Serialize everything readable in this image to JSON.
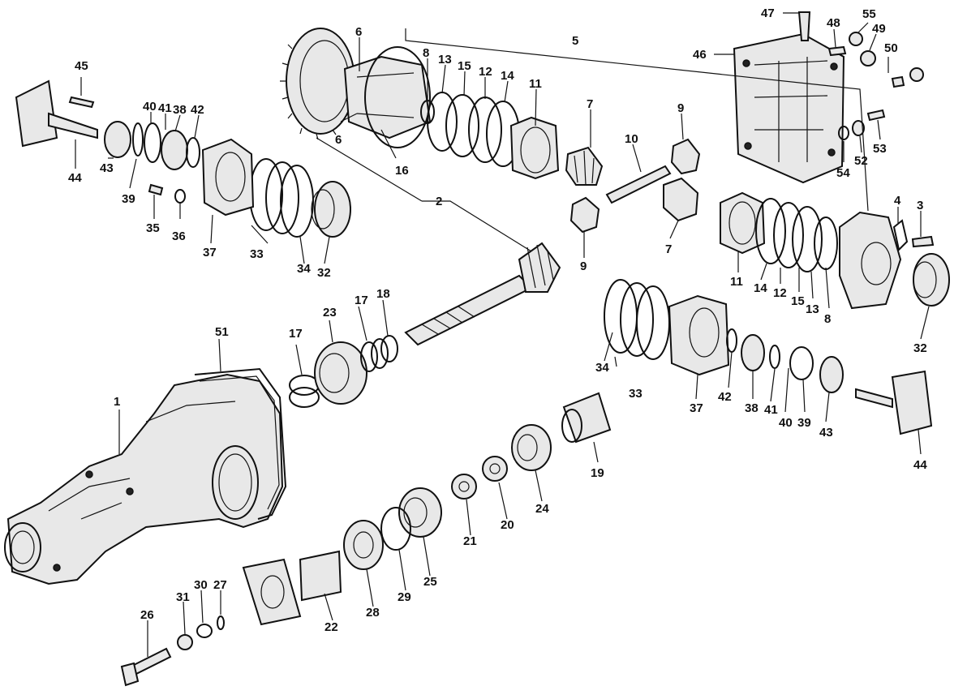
{
  "parts": [
    {
      "id": "label-1",
      "text": "1"
    },
    {
      "id": "label-2",
      "text": "2"
    },
    {
      "id": "label-3",
      "text": "3"
    },
    {
      "id": "label-4",
      "text": "4"
    },
    {
      "id": "label-5",
      "text": "5"
    },
    {
      "id": "label-6a",
      "text": "6"
    },
    {
      "id": "label-6b",
      "text": "6"
    },
    {
      "id": "label-7a",
      "text": "7"
    },
    {
      "id": "label-7b",
      "text": "7"
    },
    {
      "id": "label-8a",
      "text": "8"
    },
    {
      "id": "label-8b",
      "text": "8"
    },
    {
      "id": "label-9a",
      "text": "9"
    },
    {
      "id": "label-9b",
      "text": "9"
    },
    {
      "id": "label-10",
      "text": "10"
    },
    {
      "id": "label-11a",
      "text": "11"
    },
    {
      "id": "label-11b",
      "text": "11"
    },
    {
      "id": "label-12a",
      "text": "12"
    },
    {
      "id": "label-12b",
      "text": "12"
    },
    {
      "id": "label-13a",
      "text": "13"
    },
    {
      "id": "label-13b",
      "text": "13"
    },
    {
      "id": "label-14a",
      "text": "14"
    },
    {
      "id": "label-14b",
      "text": "14"
    },
    {
      "id": "label-15a",
      "text": "15"
    },
    {
      "id": "label-15b",
      "text": "15"
    },
    {
      "id": "label-16",
      "text": "16"
    },
    {
      "id": "label-17a",
      "text": "17"
    },
    {
      "id": "label-17b",
      "text": "17"
    },
    {
      "id": "label-18",
      "text": "18"
    },
    {
      "id": "label-19",
      "text": "19"
    },
    {
      "id": "label-20",
      "text": "20"
    },
    {
      "id": "label-21",
      "text": "21"
    },
    {
      "id": "label-22",
      "text": "22"
    },
    {
      "id": "label-23",
      "text": "23"
    },
    {
      "id": "label-24",
      "text": "24"
    },
    {
      "id": "label-25",
      "text": "25"
    },
    {
      "id": "label-26",
      "text": "26"
    },
    {
      "id": "label-27",
      "text": "27"
    },
    {
      "id": "label-28",
      "text": "28"
    },
    {
      "id": "label-29",
      "text": "29"
    },
    {
      "id": "label-30",
      "text": "30"
    },
    {
      "id": "label-31",
      "text": "31"
    },
    {
      "id": "label-32a",
      "text": "32"
    },
    {
      "id": "label-32b",
      "text": "32"
    },
    {
      "id": "label-33a",
      "text": "33"
    },
    {
      "id": "label-33b",
      "text": "33"
    },
    {
      "id": "label-34a",
      "text": "34"
    },
    {
      "id": "label-34b",
      "text": "34"
    },
    {
      "id": "label-35",
      "text": "35"
    },
    {
      "id": "label-36",
      "text": "36"
    },
    {
      "id": "label-37a",
      "text": "37"
    },
    {
      "id": "label-37b",
      "text": "37"
    },
    {
      "id": "label-38a",
      "text": "38"
    },
    {
      "id": "label-38b",
      "text": "38"
    },
    {
      "id": "label-39a",
      "text": "39"
    },
    {
      "id": "label-39b",
      "text": "39"
    },
    {
      "id": "label-40a",
      "text": "40"
    },
    {
      "id": "label-40b",
      "text": "40"
    },
    {
      "id": "label-41a",
      "text": "41"
    },
    {
      "id": "label-41b",
      "text": "41"
    },
    {
      "id": "label-42a",
      "text": "42"
    },
    {
      "id": "label-42b",
      "text": "42"
    },
    {
      "id": "label-43a",
      "text": "43"
    },
    {
      "id": "label-43b",
      "text": "43"
    },
    {
      "id": "label-44a",
      "text": "44"
    },
    {
      "id": "label-44b",
      "text": "44"
    },
    {
      "id": "label-45",
      "text": "45"
    },
    {
      "id": "label-46",
      "text": "46"
    },
    {
      "id": "label-47",
      "text": "47"
    },
    {
      "id": "label-48",
      "text": "48"
    },
    {
      "id": "label-49",
      "text": "49"
    },
    {
      "id": "label-50",
      "text": "50"
    },
    {
      "id": "label-51",
      "text": "51"
    },
    {
      "id": "label-52",
      "text": "52"
    },
    {
      "id": "label-53",
      "text": "53"
    },
    {
      "id": "label-54",
      "text": "54"
    },
    {
      "id": "label-55",
      "text": "55"
    }
  ]
}
